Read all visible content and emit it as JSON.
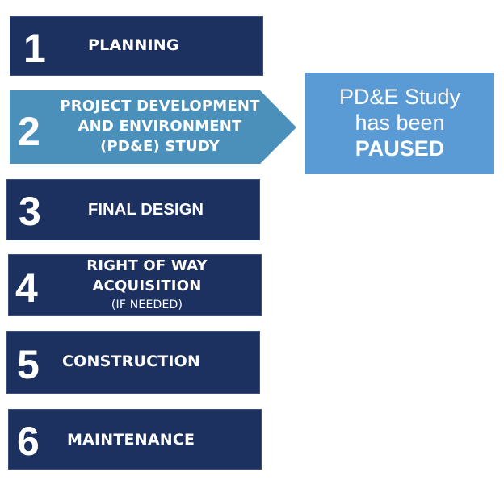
{
  "colors": {
    "step_bg": "#1c3160",
    "active_step_bg": "#4a90bb",
    "paused_box_bg": "#5b9bd5",
    "text": "#ffffff"
  },
  "steps": [
    {
      "number": "1",
      "label": "PLANNING",
      "sublabel": ""
    },
    {
      "number": "2",
      "label_lines": [
        "PROJECT DEVELOPMENT",
        "AND ENVIRONMENT",
        "(PD&E) STUDY"
      ],
      "active": true
    },
    {
      "number": "3",
      "label": "FINAL DESIGN"
    },
    {
      "number": "4",
      "label_lines": [
        "RIGHT OF WAY",
        "ACQUISITION"
      ],
      "sublabel": "(IF NEEDED)"
    },
    {
      "number": "5",
      "label": "CONSTRUCTION"
    },
    {
      "number": "6",
      "label": "MAINTENANCE"
    }
  ],
  "status_box": {
    "line1": "PD&E Study",
    "line2": "has been",
    "line3": "PAUSED"
  }
}
